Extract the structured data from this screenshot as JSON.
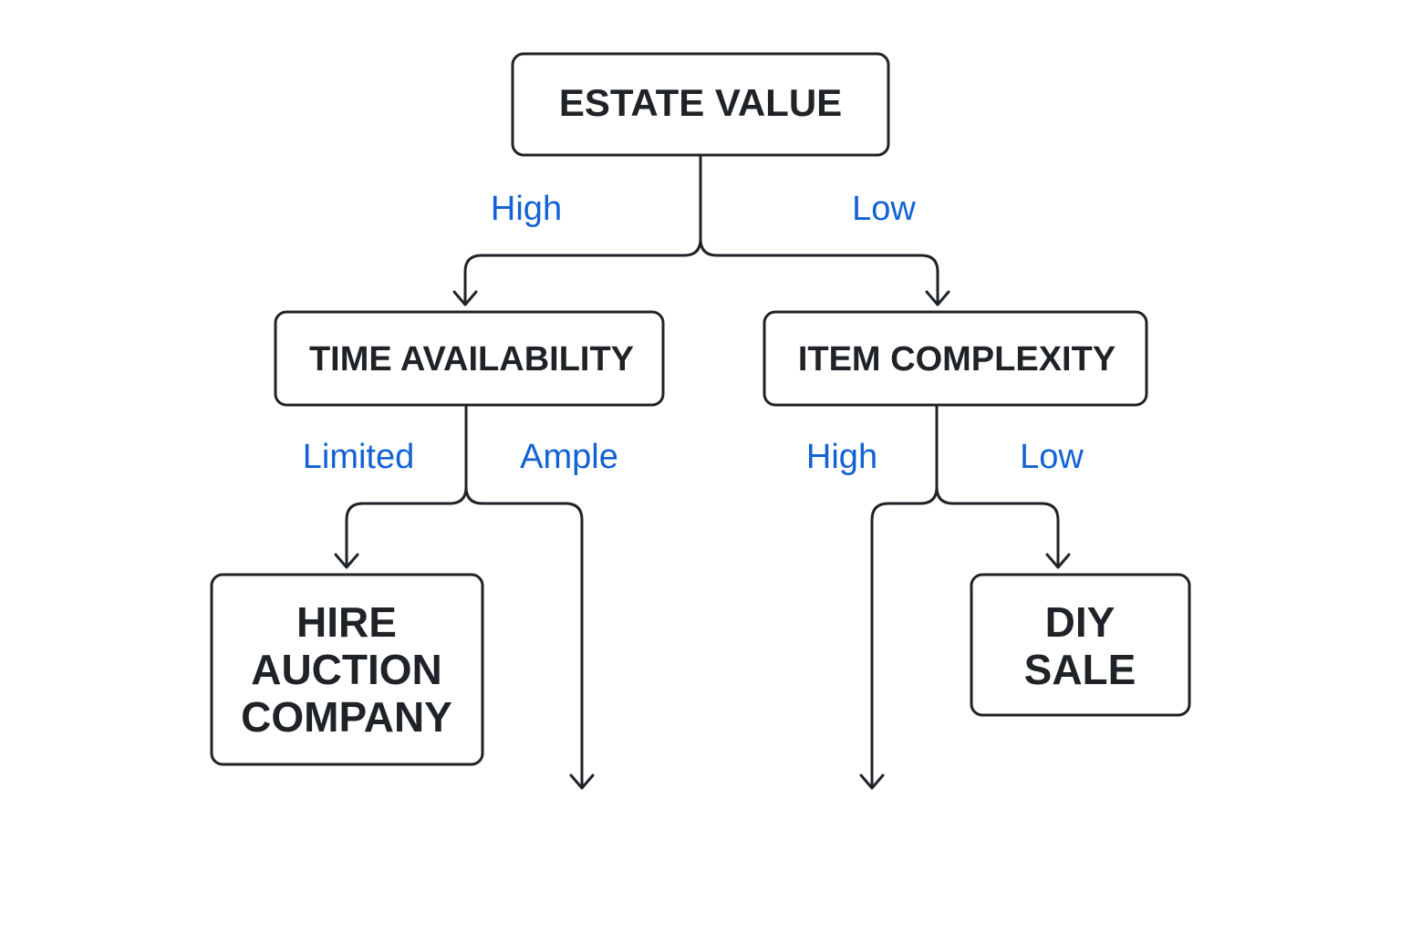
{
  "colors": {
    "box_stroke": "#1f2328",
    "text": "#1f2328",
    "edge_label": "#1262d6",
    "background": "#ffffff"
  },
  "nodes": {
    "root": {
      "label": "ESTATE VALUE"
    },
    "time_availability": {
      "label": "TIME AVAILABILITY"
    },
    "item_complexity": {
      "label": "ITEM COMPLEXITY"
    },
    "hire_auction": {
      "lines": [
        "HIRE",
        "AUCTION",
        "COMPANY"
      ]
    },
    "diy_sale": {
      "lines": [
        "DIY",
        "SALE"
      ]
    }
  },
  "edges": {
    "root_high": "High",
    "root_low": "Low",
    "time_limited": "Limited",
    "time_ample": "Ample",
    "complexity_high": "High",
    "complexity_low": "Low"
  }
}
